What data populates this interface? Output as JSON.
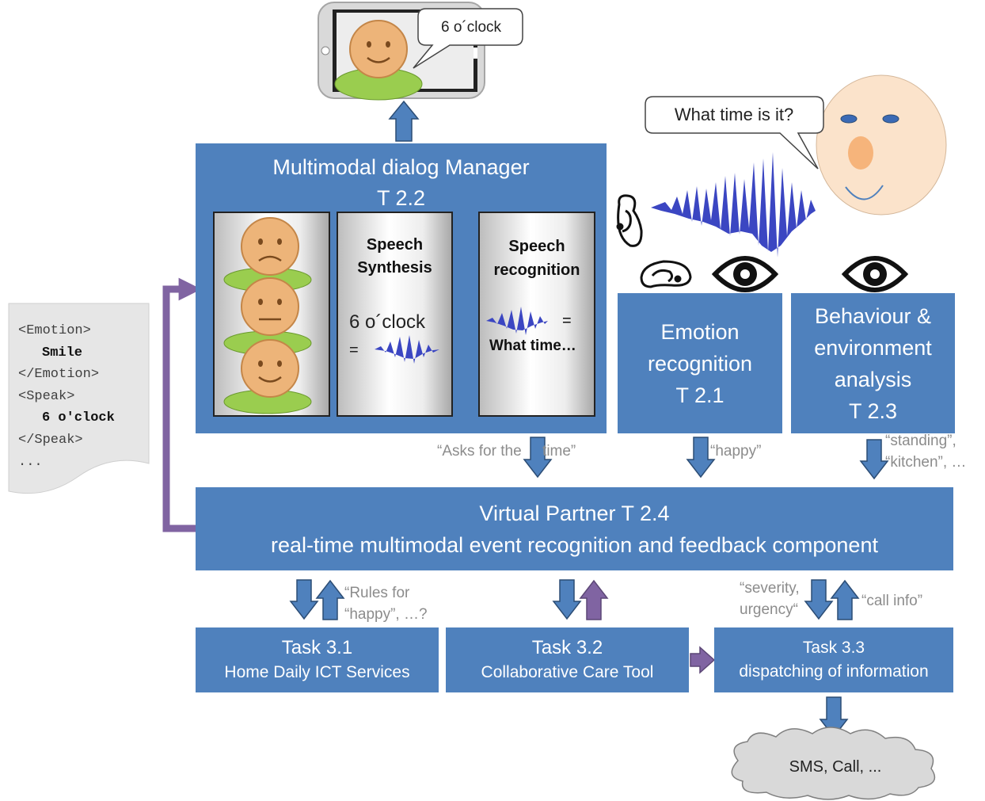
{
  "phone": {
    "bubble": "6 o´clock"
  },
  "face_bubble": "What time is it?",
  "dialog_manager": {
    "title": "Multimodal dialog  Manager",
    "code": "T 2.2",
    "synthesis": {
      "title1": "Speech",
      "title2": "Synthesis",
      "text": "6 o´clock",
      "equals": "="
    },
    "recognition": {
      "title1": "Speech",
      "title2": "recognition",
      "equals": "=",
      "text": "What time…"
    }
  },
  "emotion": {
    "line1": "Emotion",
    "line2": "recognition",
    "code": "T 2.1"
  },
  "behaviour": {
    "line1": "Behaviour &",
    "line2": "environment",
    "line3": "analysis",
    "code": "T 2.3"
  },
  "labels": {
    "asks": "“Asks for the     time”",
    "happy": "“happy”",
    "standing": "“standing”,",
    "kitchen": "“kitchen”, …",
    "rules1": "“Rules for",
    "rules2": "“happy”, …?",
    "severity1": "“severity,",
    "severity2": "urgency“",
    "callinfo": "“call info”"
  },
  "virtual_partner": {
    "line1": "Virtual Partner T 2.4",
    "line2": "real-time multimodal event recognition and feedback component"
  },
  "tasks": [
    {
      "title": "Task 3.1",
      "subtitle": "Home Daily ICT Services"
    },
    {
      "title": "Task 3.2",
      "subtitle": "Collaborative Care Tool"
    },
    {
      "title": "Task 3.3",
      "subtitle": "dispatching of information"
    }
  ],
  "cloud": "SMS, Call, ...",
  "document": {
    "l1": "<Emotion>",
    "l2": "Smile",
    "l3": "</Emotion>",
    "l4": "<Speak>",
    "l5": "6 o'clock",
    "l6": "</Speak>",
    "l7": "..."
  },
  "colors": {
    "box_blue": "#4f81bd",
    "arrow_purple": "#8064a2",
    "arrow_blue": "#4f81bd"
  }
}
